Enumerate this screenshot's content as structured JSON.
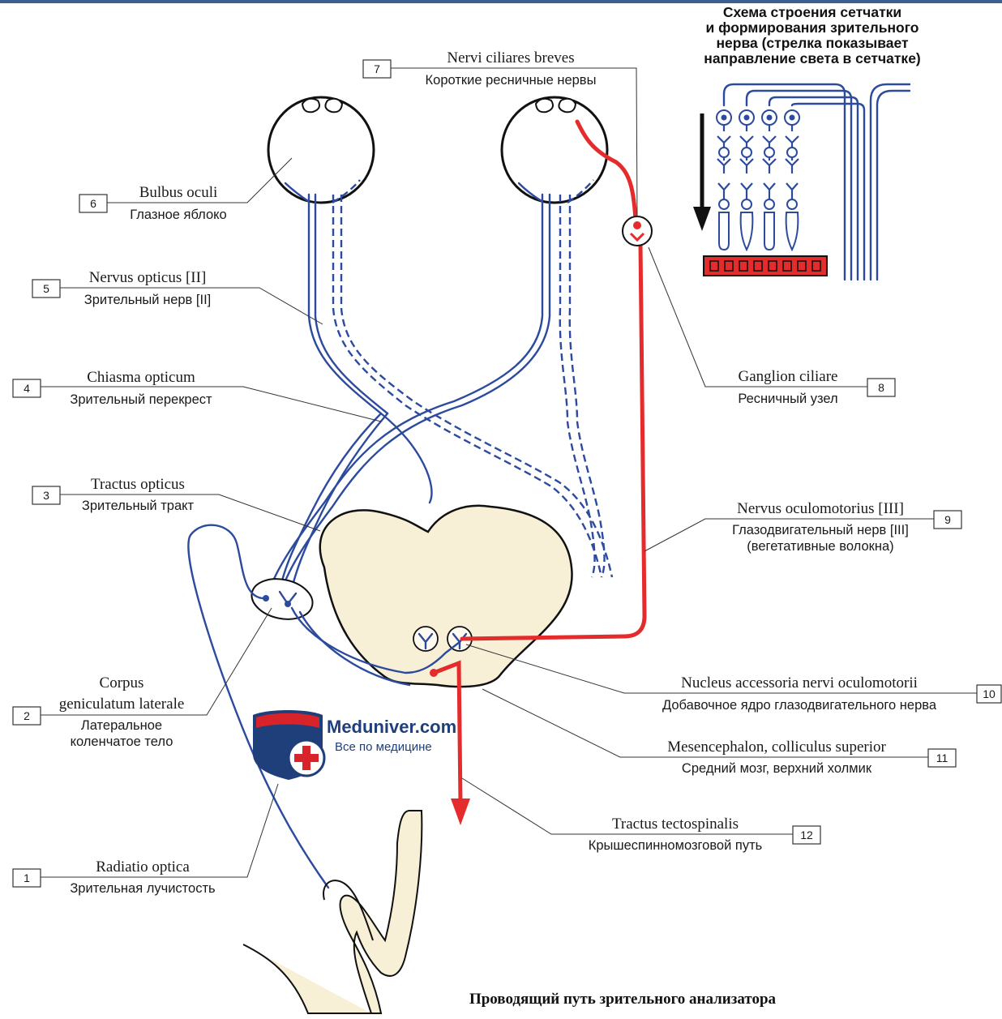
{
  "retina_note": {
    "line1": "Схема строения сетчатки",
    "line2": "и формирования зрительного",
    "line3": "нерва (стрелка показывает",
    "line4": "направление света в сетчатке)"
  },
  "labels": {
    "l1": {
      "num": "1",
      "lat": "Radiatio optica",
      "ru": "Зрительная лучистость"
    },
    "l2": {
      "num": "2",
      "lat1": "Corpus",
      "lat2": "geniculatum laterale",
      "ru1": "Латеральное",
      "ru2": "коленчатое тело"
    },
    "l3": {
      "num": "3",
      "lat": "Tractus opticus",
      "ru": "Зрительный тракт"
    },
    "l4": {
      "num": "4",
      "lat": "Chiasma opticum",
      "ru": "Зрительный перекрест"
    },
    "l5": {
      "num": "5",
      "lat": "Nervus opticus [II]",
      "ru": "Зрительный нерв [II]"
    },
    "l6": {
      "num": "6",
      "lat": "Bulbus oculi",
      "ru": "Глазное яблоко"
    },
    "l7": {
      "num": "7",
      "lat": "Nervi ciliares breves",
      "ru": "Короткие ресничные нервы"
    },
    "l8": {
      "num": "8",
      "lat": "Ganglion ciliare",
      "ru": "Ресничный узел"
    },
    "l9": {
      "num": "9",
      "lat": "Nervus oculomotorius [III]",
      "ru1": "Глазодвигательный нерв [III]",
      "ru2": "(вегетативные волокна)"
    },
    "l10": {
      "num": "10",
      "lat": "Nucleus accessoria nervi oculomotorii",
      "ru": "Добавочное ядро глазодвигательного нерва"
    },
    "l11": {
      "num": "11",
      "lat": "Mesencephalon, colliculus superior",
      "ru": "Средний мозг, верхний холмик"
    },
    "l12": {
      "num": "12",
      "lat": "Tractus tectospinalis",
      "ru": "Крышеспинномозговой путь"
    }
  },
  "watermark": {
    "name": "Meduniver.com",
    "tagline": "Все по медицине"
  },
  "footer": "Проводящий путь зрительного анализатора",
  "colors": {
    "nerve": "#2c4a9e",
    "reflex": "#e42c2c",
    "midbrain": "#f7efd6",
    "bar": "#3b5f8f"
  }
}
